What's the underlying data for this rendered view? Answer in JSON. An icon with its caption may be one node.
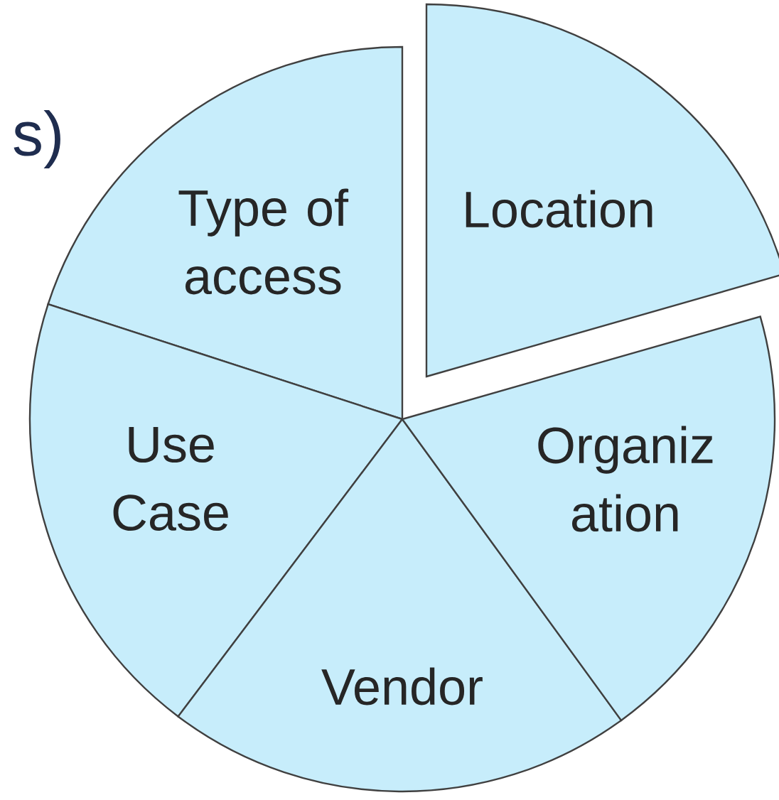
{
  "diagram": {
    "nodes": [
      {
        "text": [
          "Location"
        ]
      },
      {
        "text": [
          "Type of access"
        ]
      },
      {
        "text": [
          "Use Case"
        ]
      },
      {
        "text": [
          "Vendor"
        ]
      },
      {
        "text": [
          "Organiz ation"
        ]
      }
    ],
    "labels": [
      "s)"
    ]
  }
}
